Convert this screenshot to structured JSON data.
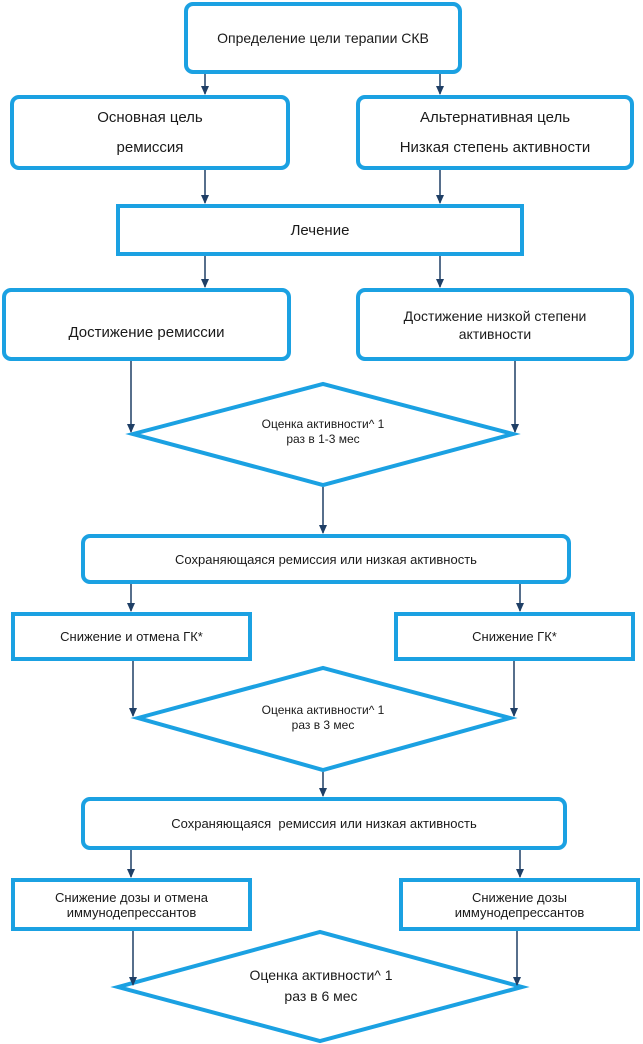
{
  "colors": {
    "accent": "#1ba1e2",
    "arrow": "#1f3f66",
    "text": "#1a1a1a"
  },
  "nodes": {
    "goal": {
      "text": "Определение цели терапии СКВ"
    },
    "main_goal": {
      "line1": "Основная цель",
      "line2": "ремиссия"
    },
    "alt_goal": {
      "line1": "Альтернативная цель",
      "line2": "Низкая степень активности"
    },
    "treatment": {
      "text": "Лечение"
    },
    "remission": {
      "text": "Достижение ремиссии"
    },
    "low_activity": {
      "line1": "Достижение низкой степени",
      "line2": "активности"
    },
    "assess1": {
      "line1": "Оценка активности^ 1",
      "line2": "раз в 1-3 мес"
    },
    "maintain1": {
      "text": "Сохраняющаяся ремиссия или низкая активность"
    },
    "reduce_stop_gc": {
      "text": "Снижение и отмена ГК*"
    },
    "reduce_gc": {
      "text": "Снижение ГК*"
    },
    "assess2": {
      "line1": "Оценка активности^ 1",
      "line2": "раз в 3 мес"
    },
    "maintain2": {
      "text": "Сохраняющаяся  ремиссия или низкая активность"
    },
    "reduce_stop_immuno": {
      "line1": "Снижение дозы и отмена",
      "line2": "иммунодепрессантов"
    },
    "reduce_immuno": {
      "line1": "Снижение дозы",
      "line2": "иммунодепрессантов"
    },
    "assess3": {
      "line1": "Оценка активности^ 1",
      "line2": "раз в 6 мес"
    }
  }
}
